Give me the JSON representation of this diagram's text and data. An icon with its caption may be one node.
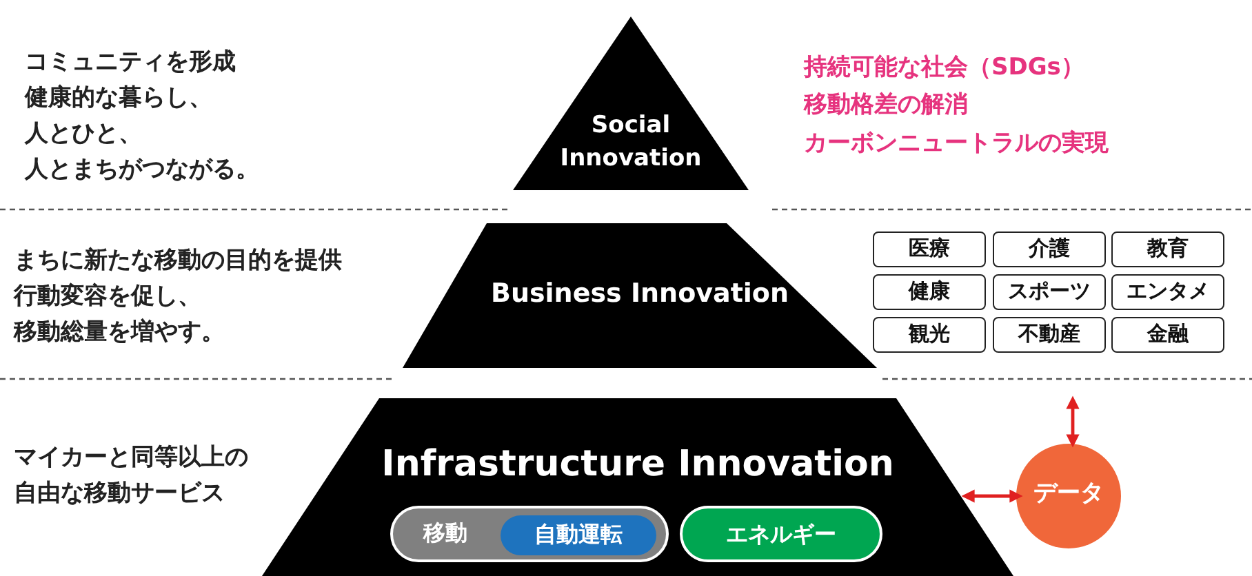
{
  "diagram": {
    "nodes": [
      {
        "text": [
          "Social Innovation"
        ]
      },
      {
        "text": [
          "Business Innovation"
        ]
      },
      {
        "text": [
          "Infrastructure Innovation"
        ]
      },
      {
        "text": [
          "移動"
        ],
        "in": 2
      },
      {
        "text": [
          "自動運転"
        ],
        "in": 3
      },
      {
        "text": [
          "エネルギー"
        ],
        "in": 2
      },
      {
        "text": [
          "データ"
        ]
      },
      {
        "text": [
          "医療"
        ]
      },
      {
        "text": [
          "介護"
        ]
      },
      {
        "text": [
          "教育"
        ]
      },
      {
        "text": [
          "健康"
        ]
      },
      {
        "text": [
          "スポーツ"
        ]
      },
      {
        "text": [
          "エンタメ"
        ]
      },
      {
        "text": [
          "観光"
        ]
      },
      {
        "text": [
          "不動産"
        ]
      },
      {
        "text": [
          "金融"
        ]
      }
    ],
    "edges": [
      {
        "from": 6,
        "to": 2,
        "arrow": "both",
        "color": "#e02020"
      },
      {
        "from": 6,
        "to": null,
        "arrow": "both",
        "color": "#e02020"
      }
    ],
    "labels": [
      "コミュニティを形成",
      "健康的な暮らし、",
      "人とひと、",
      "人とまちがつながる。",
      "持続可能な社会（SDGs）",
      "移動格差の解消",
      "カーボンニュートラルの実現",
      "まちに新たな移動の目的を提供",
      "行動変容を促し、",
      "移動総量を増やす。",
      "マイカーと同等以上の",
      "自由な移動サービス"
    ]
  }
}
